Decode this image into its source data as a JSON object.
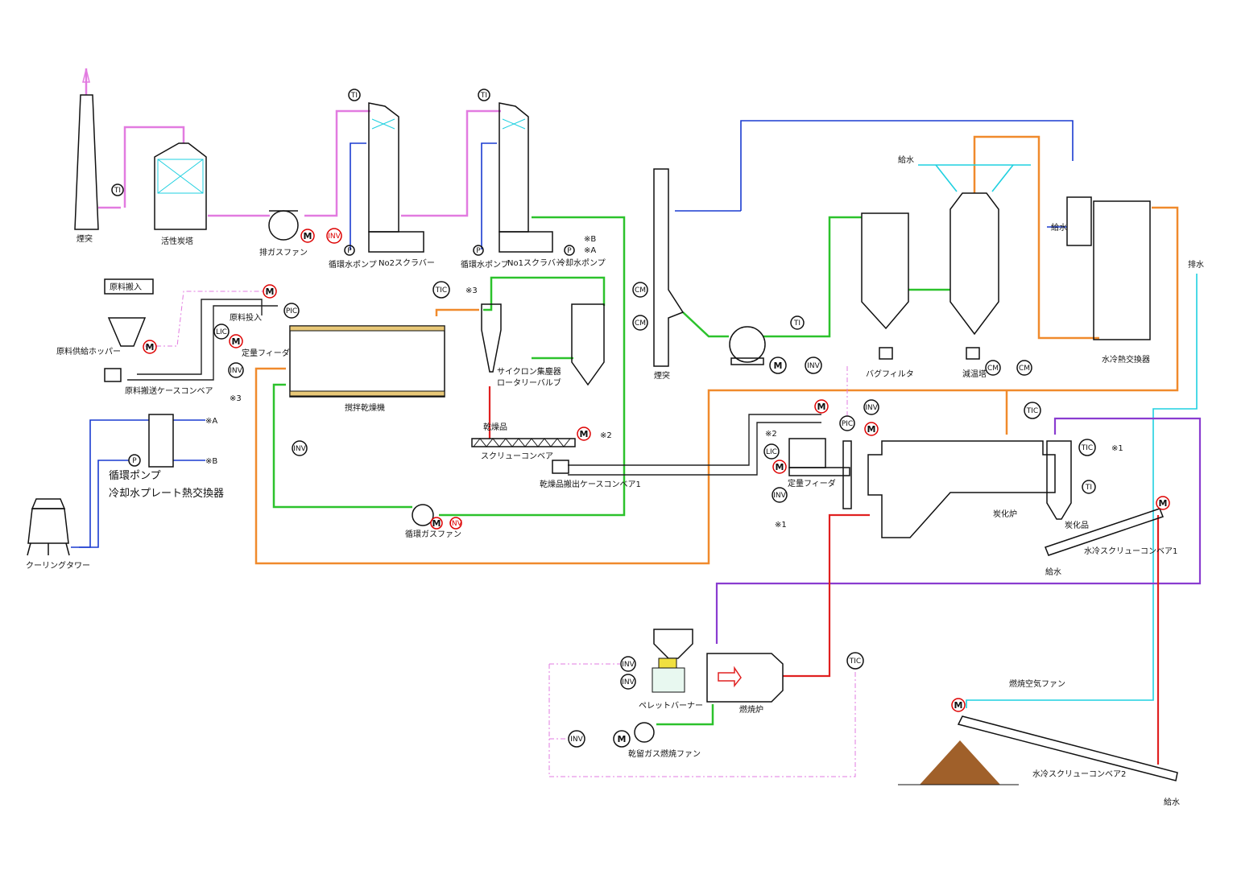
{
  "equipment": {
    "chimney1": "煙突",
    "activated_carbon_tower": "活性炭塔",
    "exhaust_fan": "排ガスファン",
    "circ_pump_2": "循環水ポンプ",
    "scrubber2": "No2スクラバー",
    "circ_pump_1": "循環水ポンプ",
    "scrubber1": "No1スクラバー",
    "cooling_pump": "冷却水ポンプ",
    "raw_input": "原料搬入",
    "raw_hopper": "原料供給ホッパー",
    "raw_conveyor": "原料搬送ケースコンベア",
    "raw_charge": "原料投入",
    "feeder1": "定量フィーダ",
    "dryer": "撹拌乾燥機",
    "cyclone": "サイクロン集塵器",
    "rotary_valve": "ロータリーバルブ",
    "dried_product": "乾燥品",
    "screw_conveyor": "スクリューコンベア",
    "dried_discharge": "乾燥品搬出ケースコンベア1",
    "circ_gas_fan": "循環ガスファン",
    "chimney2": "煙突",
    "bag_filter": "バグフィルタ",
    "cooling_tower_gas": "減温塔",
    "water_supply": "給水",
    "water_hx": "水冷熱交換器",
    "drain": "排水",
    "feeder2": "定量フィーダ",
    "carbonizer": "炭化炉",
    "carbonized": "炭化品",
    "wc_screw1": "水冷スクリューコンベア1",
    "wc_screw2": "水冷スクリューコンベア2",
    "pellet_burner": "ペレットバーナー",
    "combustion_furnace": "燃焼炉",
    "dry_gas_fan": "乾留ガス燃焼ファン",
    "comb_air_fan": "燃焼空気ファン",
    "circ_pump_big": "循環ポンプ",
    "plate_hx": "冷却水プレート熱交換器",
    "cooling_tower": "クーリングタワー"
  },
  "instruments": {
    "ti": "TI",
    "tic": "TIC",
    "pic": "PIC",
    "lic": "LIC",
    "inv": "INV",
    "m": "M",
    "p": "P",
    "cm": "CM"
  },
  "refs": {
    "a": "※A",
    "b": "※B",
    "r1": "※1",
    "r2": "※2",
    "r3": "※3"
  },
  "colors": {
    "exhaust": "#e27be0",
    "hot_gas": "#2cc22c",
    "heat_medium": "#f08a2c",
    "water": "#1a3bd0",
    "cooling_water": "#1fd0e0",
    "purple": "#8a3cd0",
    "flue": "#e02020"
  }
}
